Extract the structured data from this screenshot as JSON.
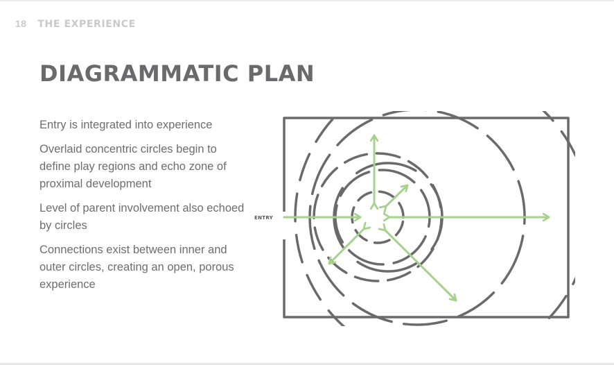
{
  "header": {
    "page_number": "18",
    "section": "THE EXPERIENCE"
  },
  "title": "DIAGRAMMATIC PLAN",
  "bullets": [
    "Entry is integrated into experience",
    "Overlaid concentric circles begin to define play regions and echo zone of proximal development",
    "Level of parent involvement also echoed by circles",
    "Connections exist between inner and outer circles, creating an open, porous experience"
  ],
  "diagram": {
    "entry_label": "ENTRY",
    "colors": {
      "rings": "#6a6a6c",
      "arrows": "#a5d28c",
      "frame": "#6a6a6c"
    }
  }
}
